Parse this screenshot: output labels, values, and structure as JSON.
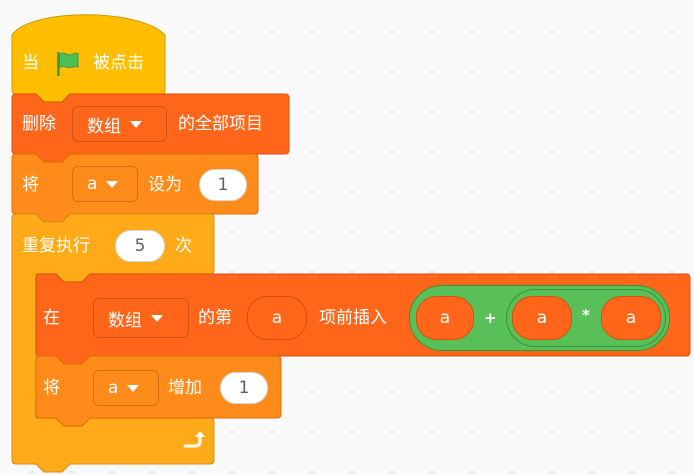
{
  "colors": {
    "events": "#ffbf00",
    "control": "#ffab19",
    "variables": "#ff8c1a",
    "list": "#ff661a",
    "operators": "#59c059",
    "flag": "#4cbf56",
    "field_text": "#575e75"
  },
  "script": {
    "hat": {
      "label_when": "当",
      "flag_icon": "green-flag-icon",
      "label_clicked": "被点击"
    },
    "delete_all": {
      "label_delete": "删除",
      "list_name": "数组",
      "label_all_items": "的全部项目"
    },
    "set_var": {
      "label_set": "将",
      "var_name": "a",
      "label_to": "设为",
      "value": "1"
    },
    "repeat": {
      "label_repeat": "重复执行",
      "times": "5",
      "label_times": "次"
    },
    "insert": {
      "label_at": "在",
      "list_name": "数组",
      "label_nth": "的第",
      "index_reporter": "a",
      "label_insert_before": "项前插入",
      "expression": {
        "left": "a",
        "plus": "+",
        "inner": {
          "left": "a",
          "times": "*",
          "right": "a"
        }
      }
    },
    "change_var": {
      "label_change": "将",
      "var_name": "a",
      "label_by": "增加",
      "value": "1"
    },
    "loop_icon": "loop-arrow-icon"
  }
}
